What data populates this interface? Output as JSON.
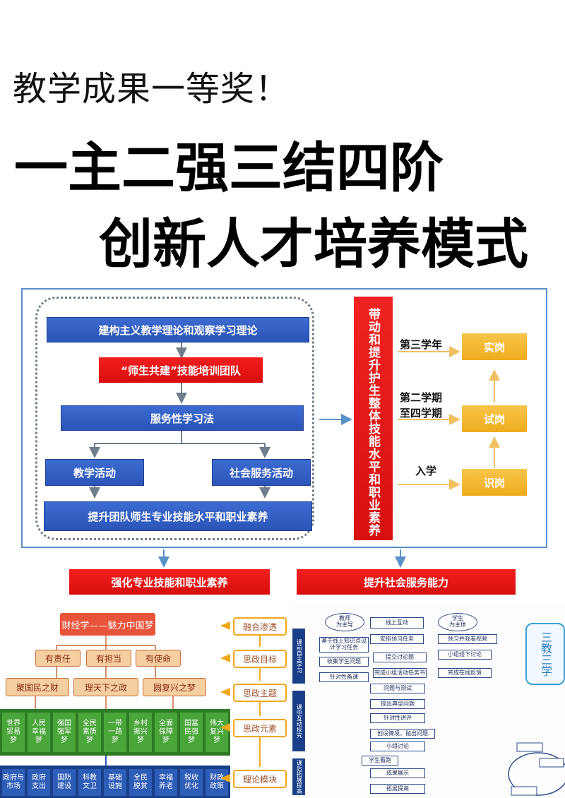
{
  "header": {
    "subtitle": "教学成果一等奖！",
    "title_line1": "一主二强三结四阶",
    "title_line2": "创新人才培养模式"
  },
  "diagram": {
    "theory": "建构主义教学理论和观察学习理论",
    "team": "“师生共建”技能培训团队",
    "method": "服务性学习法",
    "activity_teaching": "教学活动",
    "activity_social": "社会服务活动",
    "improve_team": "提升团队师生专业技能水平和职业素养",
    "vertical_bar": "带动和提升护生整体技能水平和职业素养",
    "stage_labels": [
      "第三学年",
      "第二学期",
      "至四学期",
      "入学"
    ],
    "stages": [
      "实岗",
      "试岗",
      "识岗"
    ],
    "outcome_left": "强化专业技能和职业素养",
    "outcome_right": "提升社会服务能力"
  },
  "collage_left": {
    "top": "财经学——魅力中国梦",
    "row1": [
      "有责任",
      "有担当",
      "有使命"
    ],
    "row2": [
      "聚国民之财",
      "理天下之政",
      "圆复兴之梦"
    ],
    "green": [
      "世界\n贸易\n梦",
      "人民\n幸福\n梦",
      "强国\n强军\n梦",
      "全民\n素质\n梦",
      "一带\n一路\n梦",
      "乡村\n振兴\n梦",
      "全面\n保障\n梦",
      "国富\n民强\n梦",
      "伟大\n复兴\n梦"
    ],
    "blue": [
      "政府与\n市场",
      "政府\n支出",
      "国防\n建设",
      "科教\n文卫",
      "基础\n设施",
      "全民\n脱贫",
      "幸福\n养老",
      "税收\n优化",
      "财政\n政策"
    ]
  },
  "collage_mid": {
    "items": [
      "融合渗透",
      "思政目标",
      "思政主题",
      "思政元素",
      "理论模块"
    ]
  },
  "collage_flow": {
    "nodes": [
      "教师\n为主导",
      "线上互动",
      "学生\n为主体",
      "安排预习任务",
      "基于线上知识点设\n计学习任务",
      "预习并观看视频",
      "收集学生问题",
      "提交讨论题",
      "小组线下讨论",
      "针对性备课",
      "完成小组活动任务书",
      "完成在线反馈",
      "问题与测试",
      "提出典型问题",
      "针对性讲评",
      "创设情境，抛出问题",
      "小组讨论",
      "学生看跑",
      "成果展示",
      "拓展提高"
    ],
    "side_labels": [
      "课前自主学习",
      "课中互动探究",
      "课后拓展提高"
    ],
    "right_text": "三教三学"
  },
  "colors": {
    "blue": "#2b55b8",
    "red": "#e01515",
    "gold": "#f2b732",
    "frame": "#5b8fc7"
  }
}
